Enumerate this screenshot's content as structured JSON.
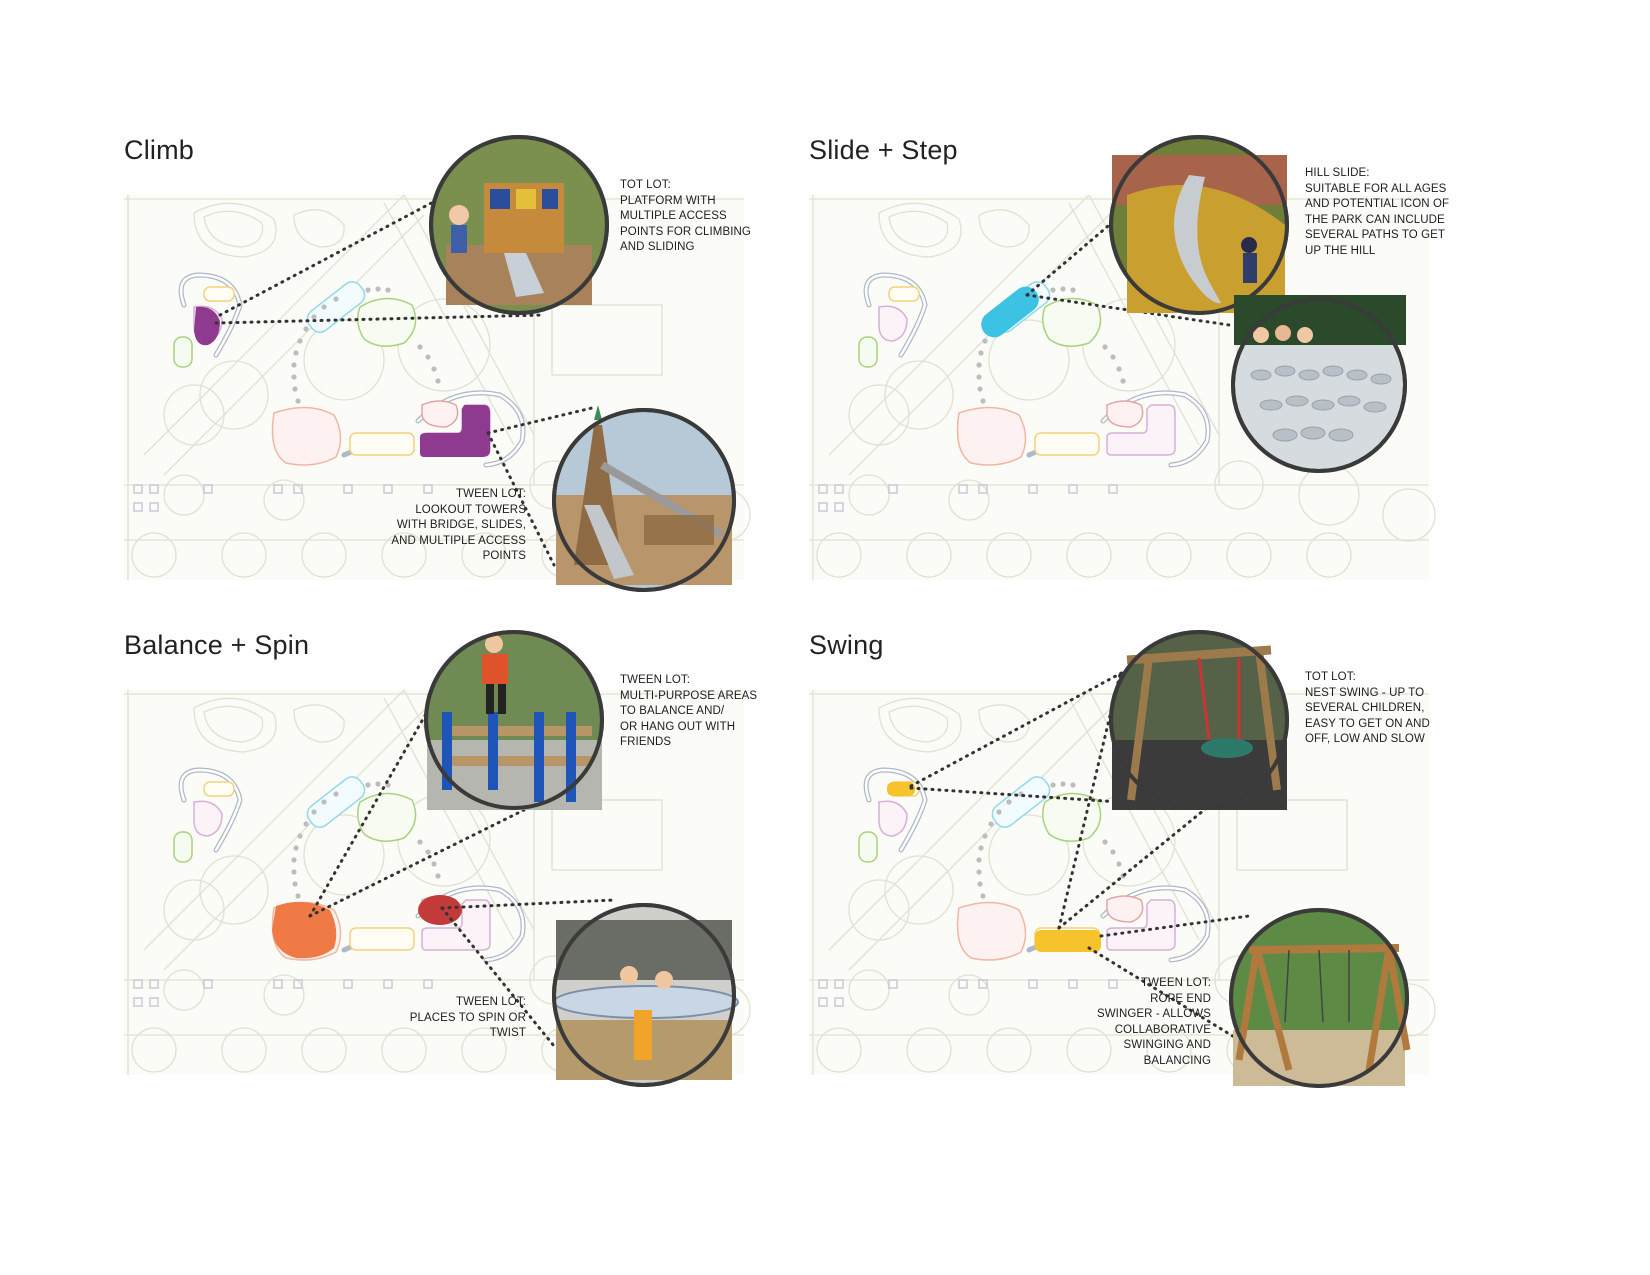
{
  "panels": [
    {
      "title": "Climb",
      "captions": [
        [
          "TOT LOT:",
          "PLATFORM WITH",
          "MULTIPLE ACCESS",
          "POINTS FOR CLIMBING",
          "AND SLIDING"
        ],
        [
          "TWEEN LOT:",
          "LOOKOUT TOWERS",
          "WITH BRIDGE, SLIDES,",
          "AND MULTIPLE ACCESS",
          "POINTS"
        ]
      ],
      "photos": [
        "tot-lot-climbing-platform-photo",
        "tween-lot-lookout-tower-photo"
      ]
    },
    {
      "title": "Slide + Step",
      "captions": [
        [
          "HILL SLIDE:",
          "SUITABLE  FOR ALL AGES",
          "AND POTENTIAL ICON OF",
          "THE PARK CAN INCLUDE",
          "SEVERAL PATHS TO GET",
          "UP  THE HILL"
        ]
      ],
      "photos": [
        "hill-slide-photo",
        "stepping-posts-photo"
      ]
    },
    {
      "title": "Balance + Spin",
      "captions": [
        [
          "TWEEN LOT:",
          "MULTI-PURPOSE AREAS",
          "TO BALANCE AND/",
          "OR HANG OUT WITH",
          "FRIENDS"
        ],
        [
          "TWEEN LOT:",
          "PLACES TO SPIN OR",
          "TWIST"
        ]
      ],
      "photos": [
        "balance-beam-photo",
        "spinning-dish-photo"
      ]
    },
    {
      "title": "Swing",
      "captions": [
        [
          "TOT LOT:",
          "NEST SWING - UP TO",
          "SEVERAL CHILDREN,",
          "EASY TO GET ON AND",
          "OFF, LOW AND SLOW"
        ],
        [
          "TWEEN LOT:",
          "ROPE END",
          "SWINGER  - ALLOWS",
          "COLLABORATIVE",
          "SWINGING AND",
          "BALANCING"
        ]
      ],
      "photos": [
        "nest-swing-photo",
        "rope-end-swinger-photo"
      ]
    }
  ],
  "colors": {
    "purple": "#8e3a8e",
    "cyan": "#3cc3e3",
    "orange": "#ef7a45",
    "red": "#c33a3a",
    "yellow": "#f6c32c",
    "plan_lines": "#d9dcc9",
    "dots": "#333333"
  }
}
